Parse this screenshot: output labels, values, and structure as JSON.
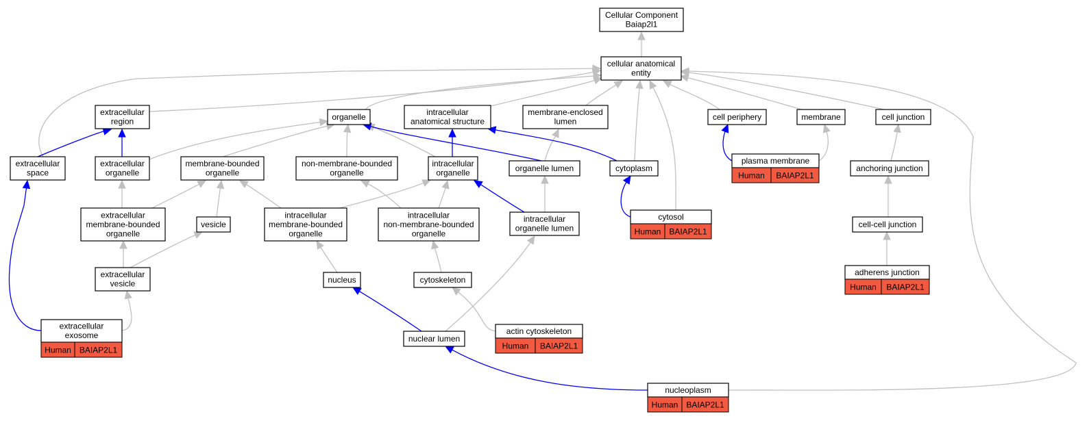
{
  "colors": {
    "edge_gray": "#c0c0c0",
    "edge_blue": "#0000ff",
    "annotation_fill": "#f15a40",
    "node_border": "#000000"
  },
  "nodes": {
    "root": [
      "Cellular Component",
      "Baiap2l1"
    ],
    "cae": [
      "cellular anatomical",
      "entity"
    ],
    "extracellular_region": [
      "extracellular",
      "region"
    ],
    "organelle": [
      "organelle"
    ],
    "intracellular_anatomical_structure": [
      "intracellular",
      "anatomical structure"
    ],
    "membrane_enclosed_lumen": [
      "membrane-enclosed",
      "lumen"
    ],
    "cell_periphery": [
      "cell periphery"
    ],
    "membrane": [
      "membrane"
    ],
    "cell_junction": [
      "cell junction"
    ],
    "extracellular_space": [
      "extracellular",
      "space"
    ],
    "extracellular_organelle": [
      "extracellular",
      "organelle"
    ],
    "membrane_bounded_organelle": [
      "membrane-bounded",
      "organelle"
    ],
    "non_membrane_bounded_organelle": [
      "non-membrane-bounded",
      "organelle"
    ],
    "intracellular_organelle": [
      "intracellular",
      "organelle"
    ],
    "organelle_lumen": [
      "organelle lumen"
    ],
    "cytoplasm": [
      "cytoplasm"
    ],
    "plasma_membrane": [
      "plasma membrane"
    ],
    "anchoring_junction": [
      "anchoring junction"
    ],
    "extracellular_mb_organelle": [
      "extracellular",
      "membrane-bounded",
      "organelle"
    ],
    "vesicle": [
      "vesicle"
    ],
    "intracellular_mb_organelle": [
      "intracellular",
      "membrane-bounded",
      "organelle"
    ],
    "intracellular_nmb_organelle": [
      "intracellular",
      "non-membrane-bounded",
      "organelle"
    ],
    "intracellular_organelle_lumen": [
      "intracellular",
      "organelle lumen"
    ],
    "cytosol": [
      "cytosol"
    ],
    "cell_cell_junction": [
      "cell-cell junction"
    ],
    "extracellular_vesicle": [
      "extracellular",
      "vesicle"
    ],
    "nucleus": [
      "nucleus"
    ],
    "cytoskeleton": [
      "cytoskeleton"
    ],
    "adherens_junction": [
      "adherens junction"
    ],
    "extracellular_exosome": [
      "extracellular",
      "exosome"
    ],
    "actin_cytoskeleton": [
      "actin cytoskeleton"
    ],
    "nuclear_lumen": [
      "nuclear lumen"
    ],
    "nucleoplasm": [
      "nucleoplasm"
    ]
  },
  "annotations": {
    "plasma_membrane": [
      "Human",
      "BAIAP2L1"
    ],
    "cytosol": [
      "Human",
      "BAIAP2L1"
    ],
    "adherens_junction": [
      "Human",
      "BAIAP2L1"
    ],
    "extracellular_exosome": [
      "Human",
      "BAIAP2L1"
    ],
    "actin_cytoskeleton": [
      "Human",
      "BAIAP2L1"
    ],
    "nucleoplasm": [
      "Human",
      "BAIAP2L1"
    ]
  },
  "edges": [
    {
      "from": "cae",
      "to": "root",
      "type": "is_a"
    },
    {
      "from": "extracellular_region",
      "to": "cae",
      "type": "is_a"
    },
    {
      "from": "organelle",
      "to": "cae",
      "type": "is_a"
    },
    {
      "from": "intracellular_anatomical_structure",
      "to": "cae",
      "type": "is_a"
    },
    {
      "from": "membrane_enclosed_lumen",
      "to": "cae",
      "type": "is_a"
    },
    {
      "from": "cell_periphery",
      "to": "cae",
      "type": "is_a"
    },
    {
      "from": "membrane",
      "to": "cae",
      "type": "is_a"
    },
    {
      "from": "cell_junction",
      "to": "cae",
      "type": "is_a"
    },
    {
      "from": "extracellular_space",
      "to": "cae",
      "type": "is_a"
    },
    {
      "from": "cytoplasm",
      "to": "cae",
      "type": "is_a"
    },
    {
      "from": "cytosol",
      "to": "cae",
      "type": "is_a"
    },
    {
      "from": "nucleoplasm",
      "to": "cae",
      "type": "is_a"
    },
    {
      "from": "extracellular_space",
      "to": "extracellular_region",
      "type": "part_of"
    },
    {
      "from": "extracellular_organelle",
      "to": "extracellular_region",
      "type": "part_of"
    },
    {
      "from": "extracellular_organelle",
      "to": "organelle",
      "type": "is_a"
    },
    {
      "from": "membrane_bounded_organelle",
      "to": "organelle",
      "type": "is_a"
    },
    {
      "from": "non_membrane_bounded_organelle",
      "to": "organelle",
      "type": "is_a"
    },
    {
      "from": "intracellular_organelle",
      "to": "organelle",
      "type": "is_a"
    },
    {
      "from": "intracellular_organelle",
      "to": "intracellular_anatomical_structure",
      "type": "part_of"
    },
    {
      "from": "organelle_lumen",
      "to": "organelle",
      "type": "part_of"
    },
    {
      "from": "organelle_lumen",
      "to": "membrane_enclosed_lumen",
      "type": "is_a"
    },
    {
      "from": "cytoplasm",
      "to": "intracellular_anatomical_structure",
      "type": "part_of"
    },
    {
      "from": "plasma_membrane",
      "to": "cell_periphery",
      "type": "part_of"
    },
    {
      "from": "plasma_membrane",
      "to": "membrane",
      "type": "is_a"
    },
    {
      "from": "anchoring_junction",
      "to": "cell_junction",
      "type": "is_a"
    },
    {
      "from": "extracellular_mb_organelle",
      "to": "extracellular_organelle",
      "type": "is_a"
    },
    {
      "from": "extracellular_mb_organelle",
      "to": "membrane_bounded_organelle",
      "type": "is_a"
    },
    {
      "from": "vesicle",
      "to": "membrane_bounded_organelle",
      "type": "is_a"
    },
    {
      "from": "intracellular_mb_organelle",
      "to": "membrane_bounded_organelle",
      "type": "is_a"
    },
    {
      "from": "intracellular_mb_organelle",
      "to": "intracellular_organelle",
      "type": "is_a"
    },
    {
      "from": "intracellular_nmb_organelle",
      "to": "non_membrane_bounded_organelle",
      "type": "is_a"
    },
    {
      "from": "intracellular_nmb_organelle",
      "to": "intracellular_organelle",
      "type": "is_a"
    },
    {
      "from": "intracellular_organelle_lumen",
      "to": "organelle_lumen",
      "type": "is_a"
    },
    {
      "from": "intracellular_organelle_lumen",
      "to": "intracellular_organelle",
      "type": "part_of"
    },
    {
      "from": "cytosol",
      "to": "cytoplasm",
      "type": "part_of"
    },
    {
      "from": "cell_cell_junction",
      "to": "anchoring_junction",
      "type": "is_a"
    },
    {
      "from": "extracellular_vesicle",
      "to": "extracellular_mb_organelle",
      "type": "is_a"
    },
    {
      "from": "extracellular_vesicle",
      "to": "vesicle",
      "type": "is_a"
    },
    {
      "from": "nucleus",
      "to": "intracellular_mb_organelle",
      "type": "is_a"
    },
    {
      "from": "cytoskeleton",
      "to": "intracellular_nmb_organelle",
      "type": "is_a"
    },
    {
      "from": "adherens_junction",
      "to": "cell_cell_junction",
      "type": "is_a"
    },
    {
      "from": "extracellular_exosome",
      "to": "extracellular_vesicle",
      "type": "is_a"
    },
    {
      "from": "extracellular_exosome",
      "to": "extracellular_space",
      "type": "part_of"
    },
    {
      "from": "actin_cytoskeleton",
      "to": "cytoskeleton",
      "type": "is_a"
    },
    {
      "from": "nuclear_lumen",
      "to": "intracellular_organelle_lumen",
      "type": "is_a"
    },
    {
      "from": "nuclear_lumen",
      "to": "nucleus",
      "type": "part_of"
    },
    {
      "from": "nucleoplasm",
      "to": "nuclear_lumen",
      "type": "part_of"
    }
  ]
}
